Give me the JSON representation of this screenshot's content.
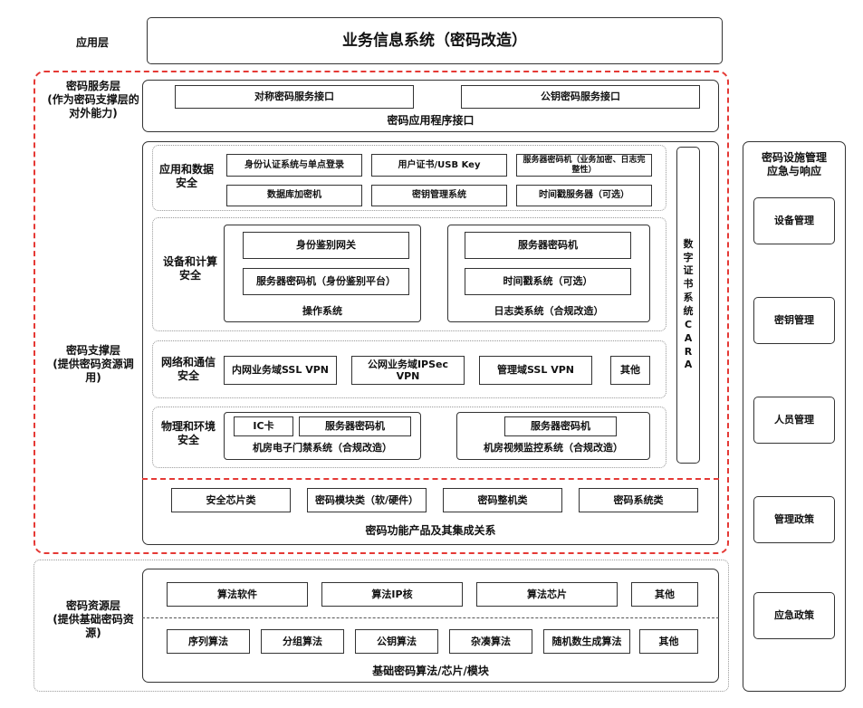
{
  "app_layer": {
    "label": "应用层",
    "title": "业务信息系统（密码改造）"
  },
  "service_layer": {
    "label": "密码服务层\n(作为密码支撑层的对外能力)",
    "symmetric": "对称密码服务接口",
    "asymmetric": "公钥密码服务接口",
    "api": "密码应用程序接口"
  },
  "support_layer": {
    "label": "密码支撑层\n(提供密码资源调用)",
    "app_data": {
      "title": "应用和数据安全",
      "items": [
        "身份认证系统与单点登录",
        "用户证书/USB Key",
        "服务器密码机（业务加密、日志完整性）",
        "数据库加密机",
        "密钥管理系统",
        "时间戳服务器（可选）"
      ]
    },
    "device": {
      "title": "设备和计算安全",
      "left": {
        "items": [
          "身份鉴别网关",
          "服务器密码机（身份鉴别平台）"
        ],
        "caption": "操作系统"
      },
      "right": {
        "items": [
          "服务器密码机",
          "时间戳系统（可选）"
        ],
        "caption": "日志类系统（合规改造）"
      }
    },
    "network": {
      "title": "网络和通信安全",
      "items": [
        "内网业务域SSL VPN",
        "公网业务域IPSec VPN",
        "管理域SSL VPN",
        "其他"
      ]
    },
    "physical": {
      "title": "物理和环境安全",
      "left": {
        "items": [
          "IC卡",
          "服务器密码机"
        ],
        "caption": "机房电子门禁系统（合规改造）"
      },
      "right": {
        "items": [
          "服务器密码机"
        ],
        "caption": "机房视频监控系统（合规改造）"
      }
    },
    "cert": "数字证书系统CA RA",
    "products": [
      "安全芯片类",
      "密码模块类（软/硬件）",
      "密码整机类",
      "密码系统类"
    ],
    "products_caption": "密码功能产品及其集成关系"
  },
  "resource_layer": {
    "label": "密码资源层\n(提供基础密码资源)",
    "row1": [
      "算法软件",
      "算法IP核",
      "算法芯片",
      "其他"
    ],
    "row2": [
      "序列算法",
      "分组算法",
      "公钥算法",
      "杂凑算法",
      "随机数生成算法",
      "其他"
    ],
    "caption": "基础密码算法/芯片/模块"
  },
  "mgmt": {
    "title": "密码设施管理\n应急与响应",
    "items": [
      "设备管理",
      "密钥管理",
      "人员管理",
      "管理政策",
      "应急政策"
    ]
  }
}
